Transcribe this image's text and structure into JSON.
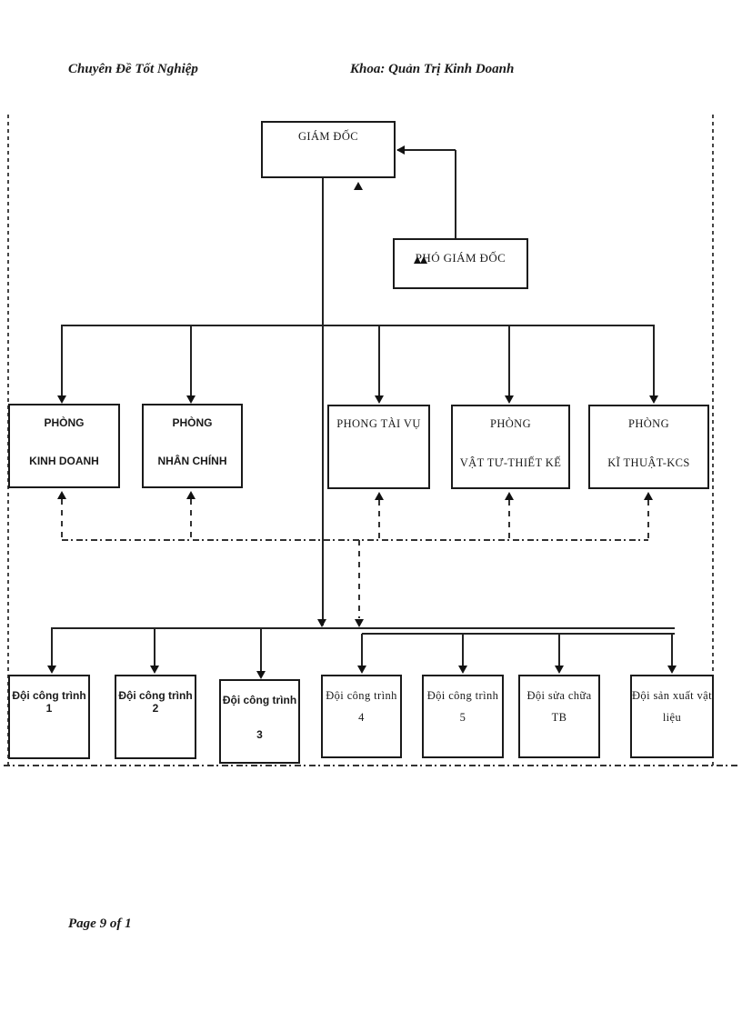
{
  "header": {
    "left": "Chuyên Đề Tốt Nghiệp",
    "right": "Khoa: Quản Trị Kinh Doanh"
  },
  "footer": {
    "page_label": "Page 9 of 1"
  },
  "org_chart": {
    "director": "GIÁM ĐỐC",
    "deputy_director": "PHÓ GIÁM ĐỐC",
    "departments": [
      {
        "line1": "PHÒNG",
        "line2": "KINH DOANH"
      },
      {
        "line1": "PHÒNG",
        "line2": "NHÂN CHÍNH"
      },
      {
        "line1": "PHONG TÀI VỤ",
        "line2": ""
      },
      {
        "line1": "PHÒNG",
        "line2": "VẬT TƯ-THIẾT KẾ"
      },
      {
        "line1": "PHÒNG",
        "line2": "KĨ THUẬT-KCS"
      }
    ],
    "teams": [
      {
        "line1": "Đội công trình 1",
        "line2": ""
      },
      {
        "line1": "Đội công trình 2",
        "line2": ""
      },
      {
        "line1": "Đội công trình",
        "line2": "3"
      },
      {
        "line1": "Đội công trình",
        "line2": "4"
      },
      {
        "line1": "Đội công trình",
        "line2": "5"
      },
      {
        "line1": "Đội sửa chữa",
        "line2": "TB"
      },
      {
        "line1": "Đội sản xuất vật",
        "line2": "liệu"
      }
    ]
  },
  "colors": {
    "ink": "#1a1a1a",
    "background": "#ffffff"
  }
}
